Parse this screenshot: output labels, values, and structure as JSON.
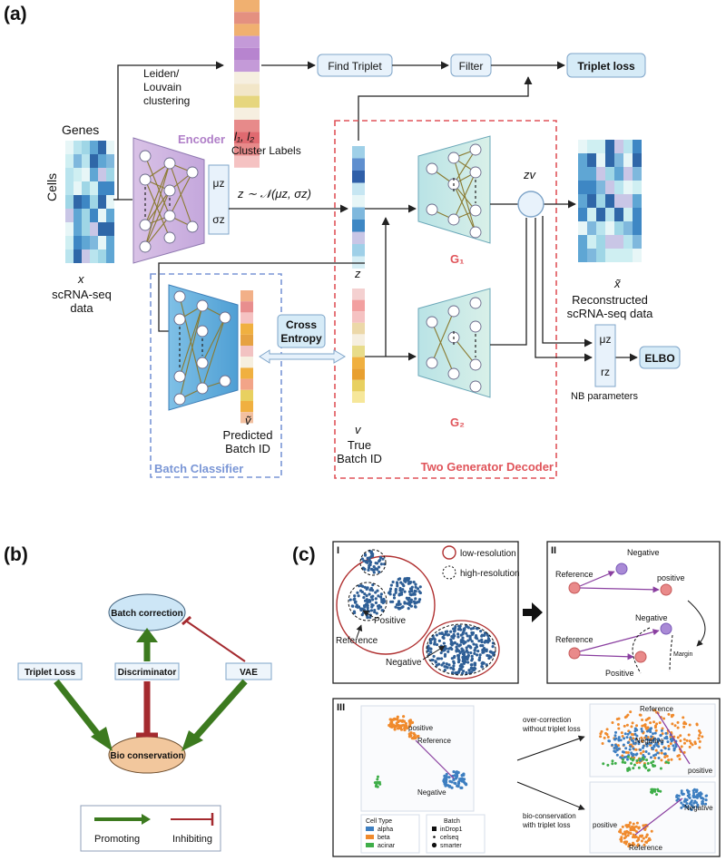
{
  "panel_a": {
    "label": "(a)",
    "genes": "Genes",
    "cells": "Cells",
    "x_symbol": "x",
    "input_caption": [
      "scRNA-seq",
      "data"
    ],
    "clustering": [
      "Leiden/",
      "Louvain",
      "clustering"
    ],
    "cluster_labels_symbol": "l₁, l₂",
    "cluster_labels": "Cluster Labels",
    "find_triplet": "Find Triplet",
    "filter": "Filter",
    "triplet_loss": "Triplet loss",
    "encoder": "Encoder",
    "mu_z": "μz",
    "sigma_z": "σz",
    "latent_formula": "z ∼ 𝒩(μz, σz)",
    "z_symbol": "z",
    "v_symbol": "v",
    "true_batch": [
      "True",
      "Batch ID"
    ],
    "g1": "G₁",
    "g2": "G₂",
    "zv_symbol": "zv",
    "x_tilde": "x̃",
    "reconstructed": [
      "Reconstructed",
      "scRNA-seq data"
    ],
    "nb_mu": "μz",
    "nb_r": "rz",
    "elbo": "ELBO",
    "nb_parameters": "NB parameters",
    "cross_entropy": [
      "Cross",
      "Entropy"
    ],
    "v_tilde": "ṽ",
    "predicted_batch": [
      "Predicted",
      "Batch ID"
    ],
    "batch_classifier": "Batch Classifier",
    "two_generator_decoder": "Two Generator Decoder"
  },
  "panel_b": {
    "label": "(b)",
    "batch_correction": "Batch correction",
    "bio_conservation": "Bio conservation",
    "triplet_loss": "Triplet Loss",
    "discriminator": "Discriminator",
    "vae": "VAE",
    "promoting": "Promoting",
    "inhibiting": "Inhibiting"
  },
  "panel_c": {
    "label": "(c)",
    "box1": {
      "label": "I",
      "low_resolution": "low-resolution",
      "high_resolution": "high-resolution",
      "positive": "Positive",
      "reference": "Reference",
      "negative": "Negative"
    },
    "box2": {
      "label": "II",
      "negative_top": "Negative",
      "reference_top": "Reference",
      "positive_top": "positive",
      "negative_bottom": "Negative",
      "reference_bottom": "Reference",
      "margin": "Margin",
      "positive_bottom": "Positive"
    },
    "box3": {
      "label": "III",
      "positive": "positive",
      "reference": "Reference",
      "negative": "Negative",
      "over_correction": [
        "over-correction",
        "without triplet loss"
      ],
      "bio_conservation": [
        "bio-conservation",
        "with triplet loss"
      ],
      "right_top_reference": "Reference",
      "right_top_negative": "Negative",
      "right_top_positive": "positive",
      "right_bottom_negative": "Negative",
      "right_bottom_positive": "positive",
      "right_bottom_reference": "Reference",
      "cell_type_title": "Cell Type",
      "cell_types": [
        "alpha",
        "beta",
        "acinar"
      ],
      "batch_title": "Batch",
      "batches": [
        "inDrop1",
        "celseq",
        "smarter"
      ]
    }
  },
  "colors": {
    "encoder": "#c9a3d6",
    "generator": "#8fcfd6",
    "classifier": "#4f9fd4",
    "decoder_border": "#e0545a",
    "classifier_border": "#7a96d6",
    "promote": "#3c7a1f",
    "inhibit": "#a42a2f",
    "alpha": "#3e7fc1",
    "beta": "#f08a2c",
    "acinar": "#3fae49"
  }
}
